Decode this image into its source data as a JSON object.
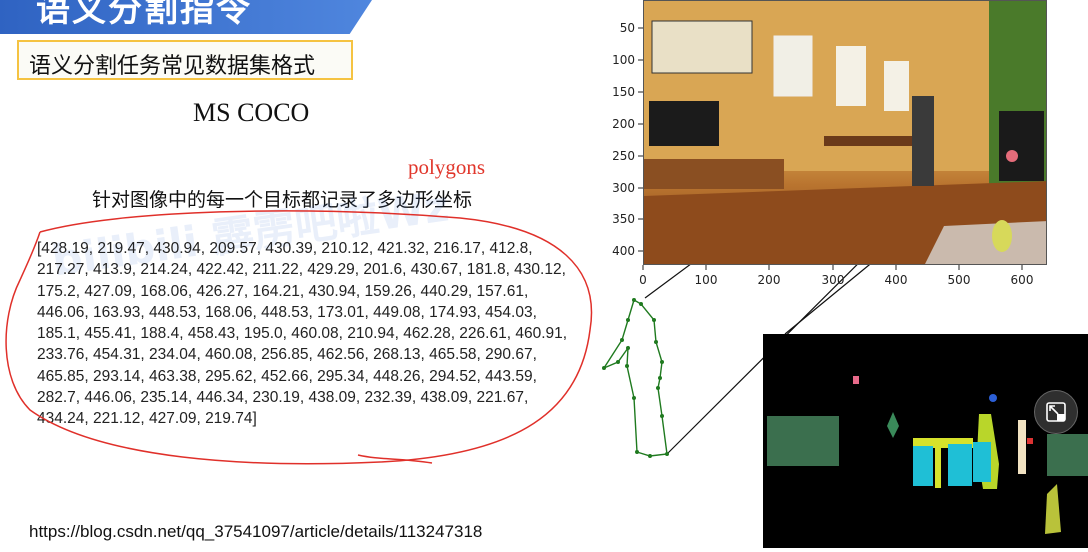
{
  "slide": {
    "title": "语义分割指令",
    "subtitle": "语义分割任务常见数据集格式",
    "dataset_name": "MS COCO",
    "polygons_label": "polygons",
    "description": "针对图像中的每一个目标都记录了多边形坐标",
    "coordinates": "[428.19, 219.47, 430.94, 209.57, 430.39, 210.12, 421.32, 216.17, 412.8, 217.27, 413.9, 214.24, 422.42, 211.22, 429.29, 201.6, 430.67, 181.8, 430.12, 175.2, 427.09, 168.06, 426.27, 164.21, 430.94, 159.26, 440.29, 157.61, 446.06, 163.93, 448.53, 168.06, 448.53, 173.01, 449.08, 174.93, 454.03, 185.1, 455.41, 188.4, 458.43, 195.0, 460.08, 210.94, 462.28, 226.61, 460.91, 233.76, 454.31, 234.04, 460.08, 256.85, 462.56, 268.13, 465.58, 290.67, 465.85, 293.14, 463.38, 295.62, 452.66, 295.34, 448.26, 294.52, 443.59, 282.7, 446.06, 235.14, 446.34, 230.19, 438.09, 232.39, 438.09, 221.67, 434.24, 221.12, 427.09, 219.74]",
    "url": "https://blog.csdn.net/qq_37541097/article/details/113247318",
    "watermark": "bilibili 霹雳吧啦Wz"
  },
  "plot": {
    "x_ticks": [
      "0",
      "100",
      "200",
      "300",
      "400",
      "500",
      "600"
    ],
    "y_ticks": [
      "50",
      "100",
      "150",
      "200",
      "250",
      "300",
      "350",
      "400"
    ]
  },
  "colors": {
    "banner": "#3a6fcf",
    "subtitle_border": "#f5c342",
    "polygons_label": "#e1362b",
    "annotation_red": "#e0302a",
    "polygon_green": "#1f7a1f"
  },
  "icons": {
    "expand": "expand-window-icon"
  }
}
